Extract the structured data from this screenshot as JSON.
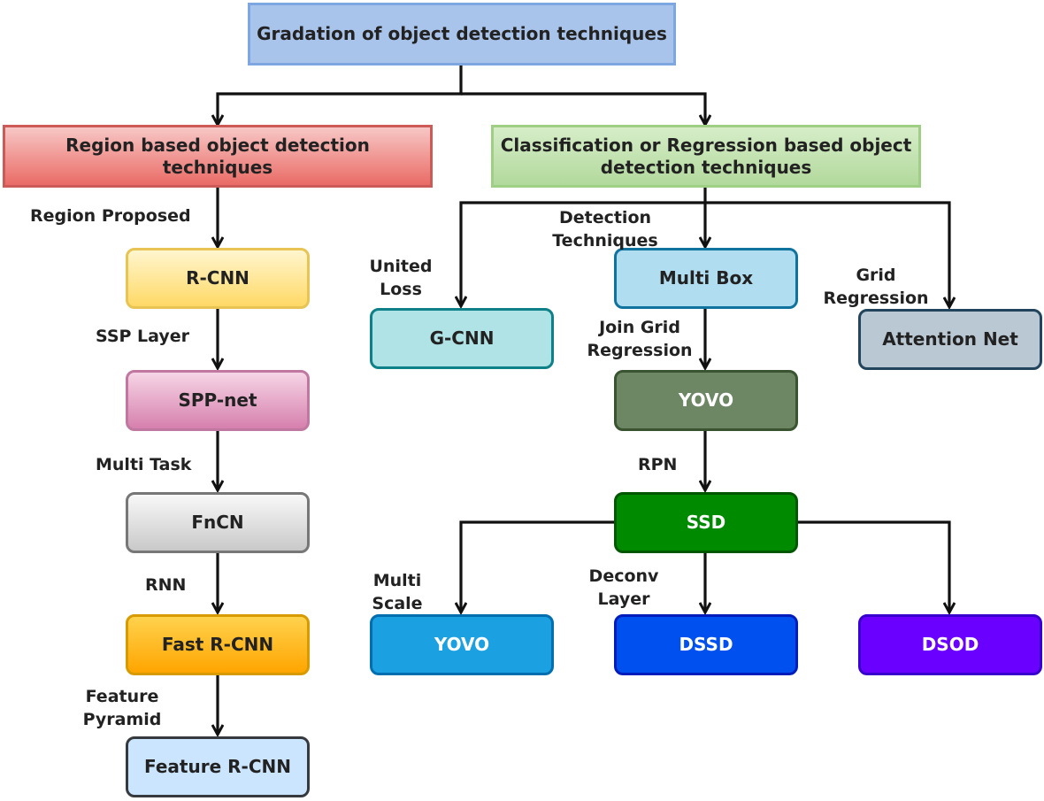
{
  "nodes": {
    "root": {
      "text": "Gradation of object detection techniques",
      "fill": "#a9c4eb",
      "border": "#7ea6e0"
    },
    "region": {
      "text": "Region based object detection techniques",
      "fill": "#ea6b66",
      "border": "#b85450"
    },
    "classreg": {
      "text": "Classification or Regression based object detection techniques",
      "fill": "#b2d99c",
      "border": "#82b366"
    },
    "rcnn": {
      "text": "R-CNN",
      "fill": "#ffe89a",
      "border": "#d6b656"
    },
    "sppnet": {
      "text": "SPP-net",
      "fill": "#e8a6c8",
      "border": "#b5739d"
    },
    "fncn": {
      "text": "FnCN",
      "fill": "#dedede",
      "border": "#666666"
    },
    "fastrcnn": {
      "text": "Fast R-CNN",
      "fill": "#ffc000",
      "border": "#d79b00"
    },
    "featurercnn": {
      "text": "Feature R-CNN",
      "fill": "#cce5ff",
      "border": "#36393d"
    },
    "gcnn": {
      "text": "G-CNN",
      "fill": "#b0e3e6",
      "border": "#0e8088"
    },
    "multibox": {
      "text": "Multi Box",
      "fill": "#b1ddf0",
      "border": "#10739e"
    },
    "attention": {
      "text": "Attention Net",
      "fill": "#bac8d3",
      "border": "#23445d"
    },
    "yovo_mid": {
      "text": "YOVO",
      "fill": "#6d8764",
      "border": "#3a5431"
    },
    "ssd": {
      "text": "SSD",
      "fill": "#008a00",
      "border": "#005700"
    },
    "yovo_low": {
      "text": "YOVO",
      "fill": "#1ba1e2",
      "border": "#006eaf"
    },
    "dssd": {
      "text": "DSSD",
      "fill": "#0050ef",
      "border": "#001dbc"
    },
    "dsod": {
      "text": "DSOD",
      "fill": "#6a00ff",
      "border": "#3700cc"
    }
  },
  "labels": {
    "region_proposed": "Region Proposed",
    "ssp_layer": "SSP Layer",
    "multi_task": "Multi Task",
    "rnn": "RNN",
    "feature_pyramid": "Feature\nPyramid",
    "detection_techniques": "Detection\nTechniques",
    "united_loss": "United\nLoss",
    "grid_regression": "Grid\nRegression",
    "join_grid_regression": "Join Grid\nRegression",
    "rpn": "RPN",
    "multi_scale": "Multi\nScale",
    "deconv_layer": "Deconv\nLayer"
  },
  "colors": {
    "edge": "#111111",
    "text_dark": "#222222",
    "text_light": "#ffffff"
  }
}
